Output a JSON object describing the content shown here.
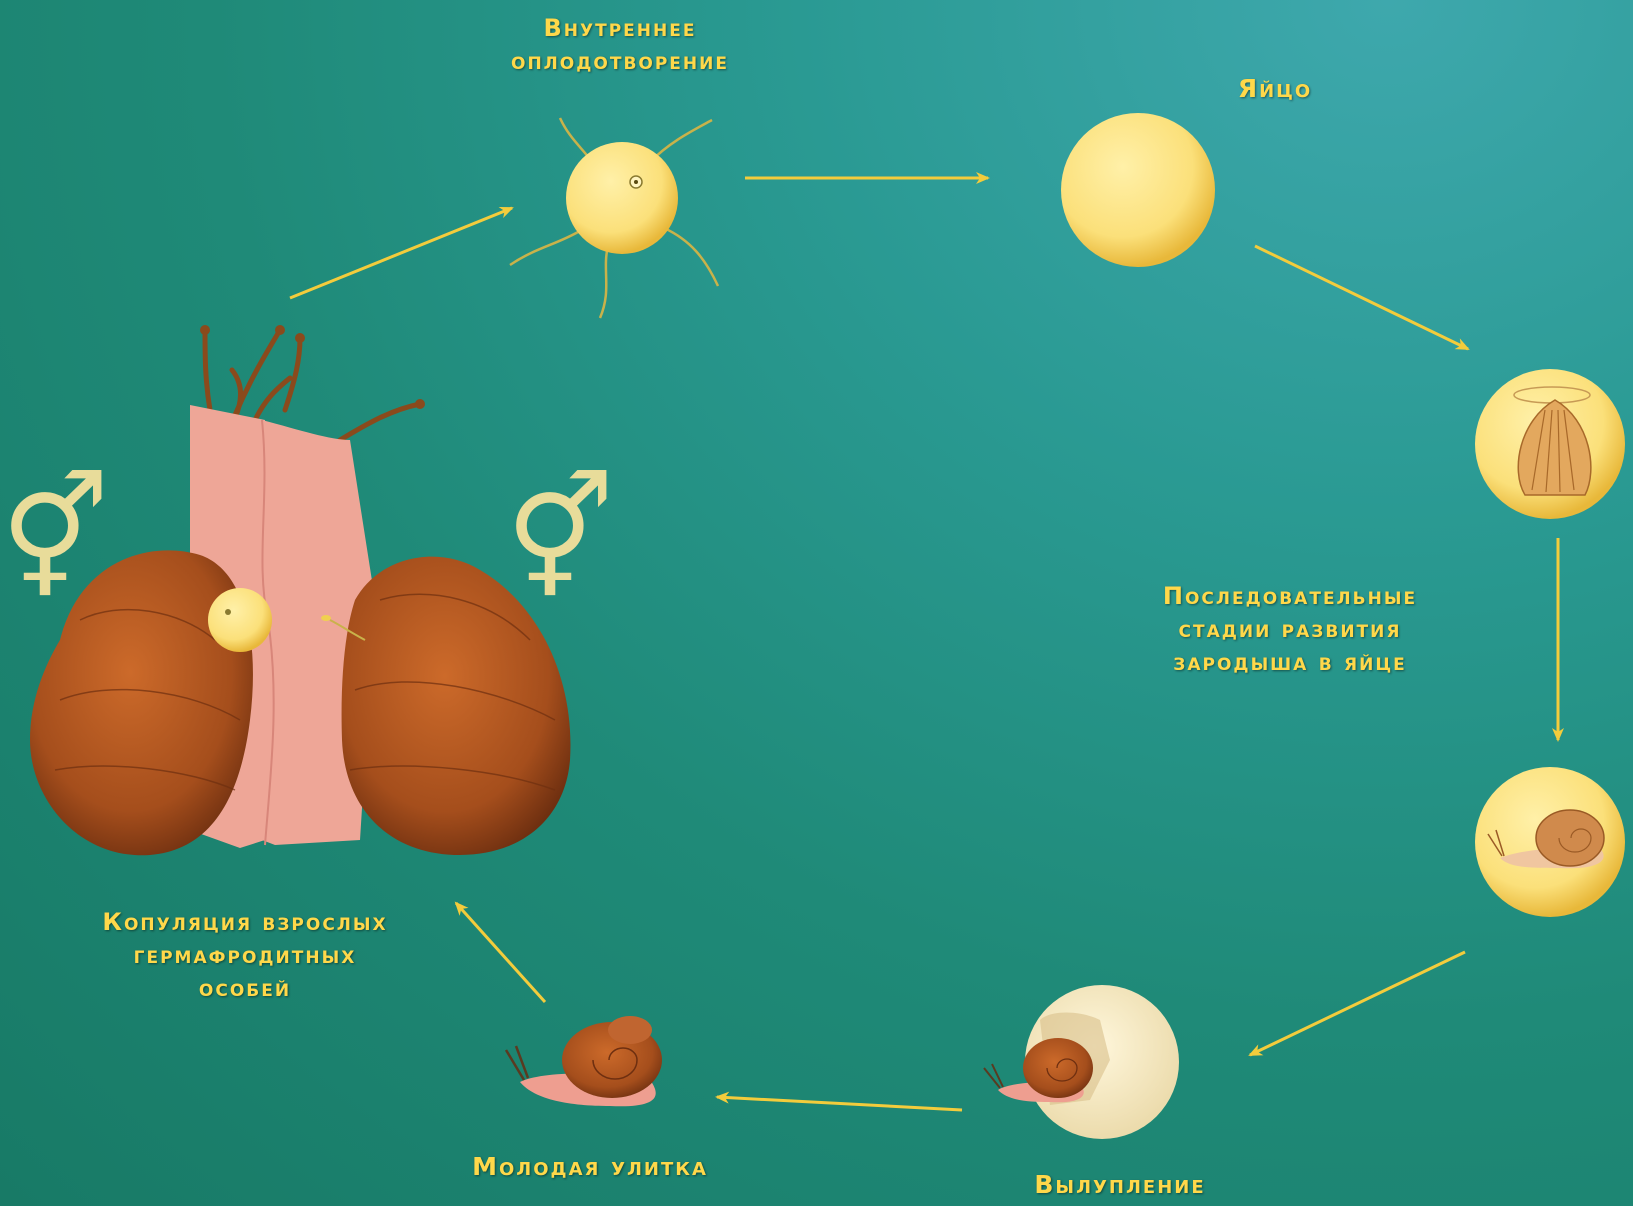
{
  "labels": {
    "fertilization": [
      "Внутреннее",
      "оплодотворение"
    ],
    "egg": "Яйцо",
    "embryo_stages": [
      "Последовательные",
      "стадии развития",
      "зародыша в яйце"
    ],
    "hatching": "Вылупление",
    "young_snail": "Молодая улитка",
    "copulation": [
      "Копуляция взрослых",
      "гермафродитных",
      "особей"
    ]
  },
  "symbols": {
    "hermaphrodite": "⚥"
  },
  "colors": {
    "background": "#1f8a78",
    "label": "#ffd84a",
    "arrow": "#f3cc3c",
    "egg": "#fbe07a",
    "shell": "#b0561e",
    "snail_body": "#eea697"
  }
}
